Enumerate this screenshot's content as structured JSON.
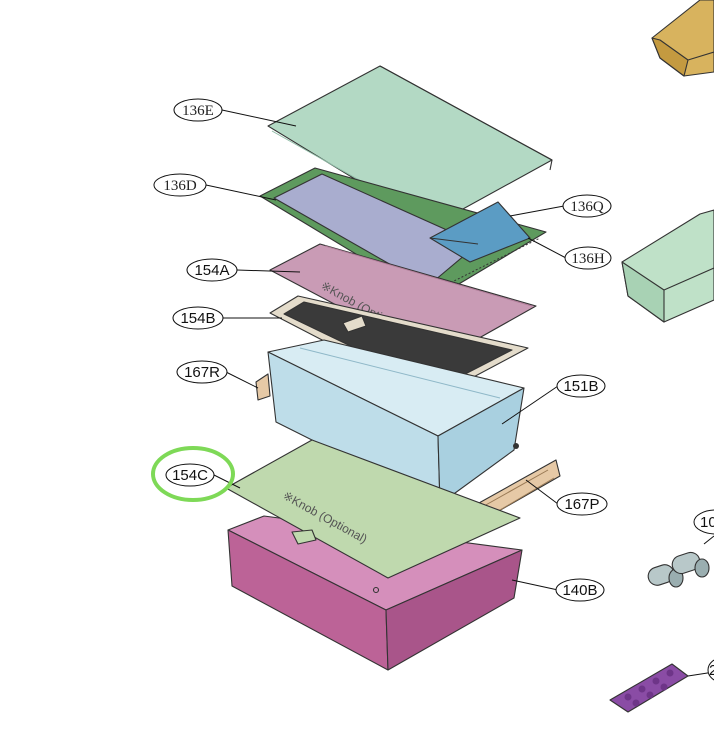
{
  "labels": {
    "l136E": "136E",
    "l136D": "136D",
    "l136Q": "136Q",
    "l136H": "136H",
    "l154A": "154A",
    "l154B": "154B",
    "l167R": "167R",
    "l151B": "151B",
    "l154C": "154C",
    "l167P": "167P",
    "l140B": "140B",
    "lcut10": "10",
    "lcut2": "2"
  },
  "knob_notes": {
    "upper": "※Knob (Optional)",
    "lower": "※Knob (Optional)"
  },
  "colors": {
    "highlight": "#7ED957",
    "glass_green": "#B3D9C4",
    "frame_green": "#5E9A5E",
    "cover_lavender": "#A9ADCF",
    "cover_blue": "#5B9CC4",
    "cover_pink": "#C99BB5",
    "crisper_blue": "#BEDDE9",
    "cover_lightgreen": "#BFD9AE",
    "drawer_magenta": "#BC6397",
    "bin_gold": "#D8B35E",
    "shelf_mint": "#BFE1C8",
    "egg_purple": "#8A4CA5",
    "roller_gray": "#B8C8C9"
  }
}
